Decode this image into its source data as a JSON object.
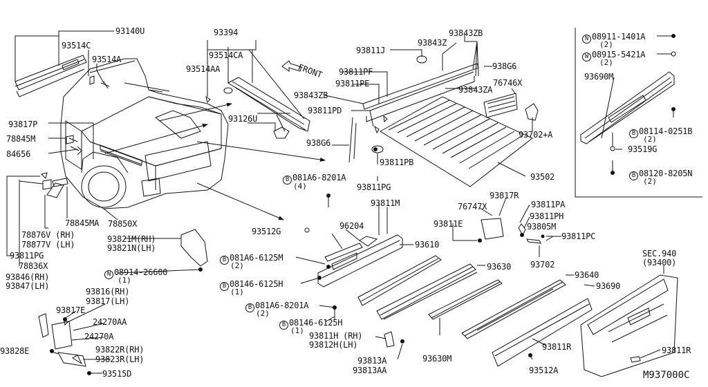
{
  "diagram_code": "M937000C",
  "front_label": "FRONT",
  "labels": {
    "p93140U": "93140U",
    "p93514C": "93514C",
    "p93514A": "93514A",
    "p93394": "93394",
    "p93514CA": "93514CA",
    "p93514AA": "93514AA",
    "p93817P": "93817P",
    "p78845M": "78845M",
    "p84656": "84656",
    "p93126U": "93126U",
    "p938G6_l": "938G6",
    "p93843ZB_l": "93843ZB",
    "p93811PD": "93811PD",
    "p93811PE": "93811PE",
    "p93811PF": "93811PF",
    "p93811J": "93811J",
    "p93843Z": "93843Z",
    "p93843ZB_t": "93843ZB",
    "p938G6_r": "938G6",
    "p93843ZA": "93843ZA",
    "p76746X": "76746X",
    "p93702A": "93702+A",
    "p93811PB": "93811PB",
    "p93502": "93502",
    "p93811PG_c": "93811PG",
    "p081A6_8201A_t": "081A6-8201A",
    "p081A6_8201A_t_q": "(4)",
    "p93811M": "93811M",
    "p78845MA": "78845MA",
    "p78850X": "78850X",
    "p78876V": "78876V (RH)",
    "p78877V": "78877V (LH)",
    "p93811PG_l": "93811PG",
    "p78836X": "78836X",
    "p93846": "93846(RH)",
    "p93847": "93847(LH)",
    "p93821M": "93821M(RH)",
    "p93821N": "93821N(LH)",
    "p08914": "08914-26600",
    "p08914_q": "(1)",
    "p93512G": "93512G",
    "p96204": "96204",
    "p081A6_6125M": "081A6-6125M",
    "p081A6_6125M_q": "(2)",
    "p08146_6125H_a": "08146-6125H",
    "p08146_6125H_a_q": "(1)",
    "p081A6_8201A_b": "081A6-8201A",
    "p081A6_8201A_b_q": "(2)",
    "p08146_6125H_b": "08146-6125H",
    "p08146_6125H_b_q": "(1)",
    "p93811H": "93811H (RH)",
    "p93812H": "93812H(LH)",
    "p93813A": "93813A",
    "p93813AA": "93813AA",
    "p93816": "93816(RH)",
    "p93817": "93817(LH)",
    "p93817E": "93817E",
    "p24270AA": "24270AA",
    "p24270A": "24270A",
    "p93828E": "93828E",
    "p93822": "93822R(RH)",
    "p93823": "93823R(LH)",
    "p93515D": "93515D",
    "p76747X": "76747X",
    "p93817R": "93817R",
    "p93811E": "93811E",
    "p93811PA": "93811PA",
    "p93811PH": "93811PH",
    "p93805M": "93805M",
    "p93811PC": "93811PC",
    "p93702": "93702",
    "p93610": "93610",
    "p93630": "93630",
    "p93630M": "93630M",
    "p93640": "93640",
    "p93690_b": "93690",
    "p93811R_m": "93811R",
    "p93512A": "93512A",
    "p93811R_r": "93811R",
    "pSEC940": "SEC.940",
    "pSEC940_sub": "(93400)",
    "p08911": "08911-1401A",
    "p08911_q": "(2)",
    "p08915": "08915-5421A",
    "p08915_q": "(2)",
    "p93690M": "93690M",
    "p08114": "08114-0251B",
    "p08114_q": "(2)",
    "p93519G": "93519G",
    "p08120": "08120-8205N",
    "p08120_q": "(2)"
  },
  "prefix_marks": {
    "bolt_b": "B",
    "nut_n": "N",
    "washer_w": "W"
  }
}
